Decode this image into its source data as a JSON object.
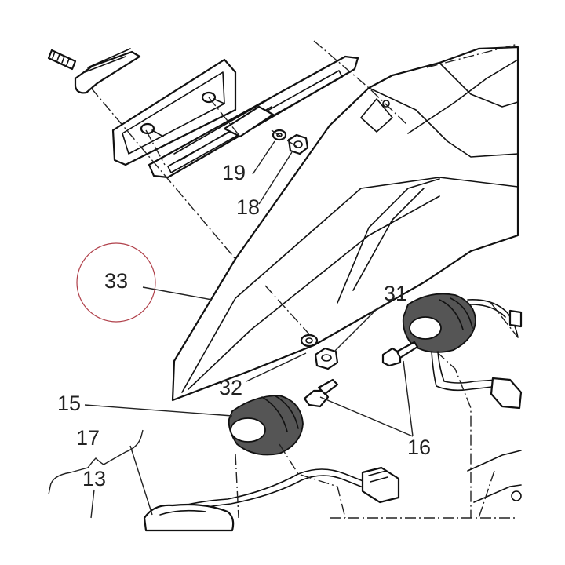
{
  "diagram": {
    "callouts": {
      "c19": "19",
      "c18": "18",
      "c33": "33",
      "c31": "31",
      "c32": "32",
      "c15": "15",
      "c16": "16",
      "c17": "17",
      "c13": "13"
    },
    "highlight_color": "#b0404a",
    "line_color": "#111111",
    "rubber_color": "#555555"
  }
}
